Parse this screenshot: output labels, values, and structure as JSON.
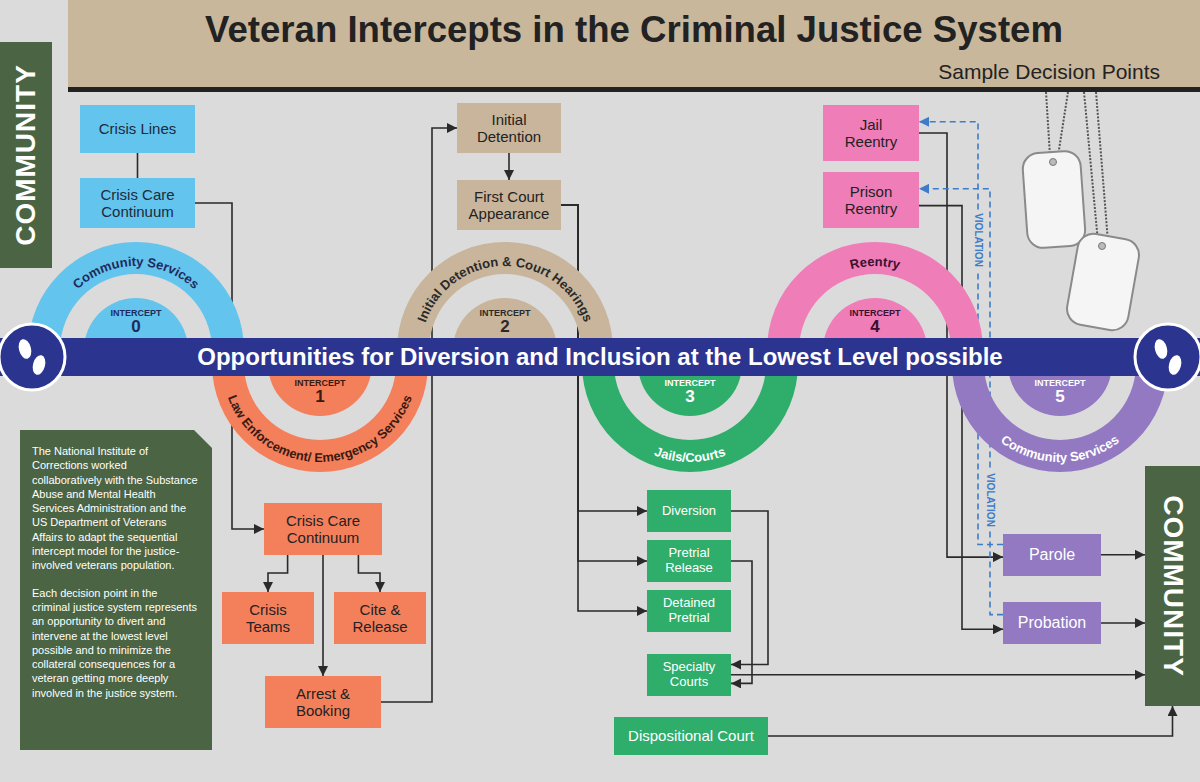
{
  "diagram": {
    "title": "Veteran Intercepts in the Criminal Justice System",
    "nodes": [
      {
        "text": [
          "COMMUNITY"
        ]
      },
      {
        "text": [
          "Crisis Lines"
        ]
      },
      {
        "text": [
          "Crisis Care Continuum"
        ]
      },
      {
        "text": [
          "Initial Detention"
        ]
      },
      {
        "text": [
          "First Court Appearance"
        ]
      },
      {
        "text": [
          "Jail Reentry"
        ]
      },
      {
        "text": [
          "Prison Reentry"
        ]
      },
      {
        "text": [
          "Community Services"
        ]
      },
      {
        "text": [
          "INTERCEPT",
          "0"
        ],
        "in": 7
      },
      {
        "text": [
          "Law Enforcement/ Emergency Services"
        ]
      },
      {
        "text": [
          "INTERCEPT",
          "1"
        ],
        "in": 9
      },
      {
        "text": [
          "Initial Detention & Court Hearings"
        ]
      },
      {
        "text": [
          "INTERCEPT",
          "2"
        ],
        "in": 11
      },
      {
        "text": [
          "Jails/Courts"
        ]
      },
      {
        "text": [
          "INTERCEPT",
          "3"
        ],
        "in": 13
      },
      {
        "text": [
          "Reentry"
        ]
      },
      {
        "text": [
          "INTERCEPT",
          "4"
        ],
        "in": 15
      },
      {
        "text": [
          "Community Services"
        ]
      },
      {
        "text": [
          "INTERCEPT",
          "5"
        ],
        "in": 17
      },
      {
        "text": [
          "Opportunities for Diversion and Inclusion at the Lowest Level possible"
        ]
      },
      {
        "text": [
          "The National Institute of Corrections worked collaboratively with the Substance Abuse and Mental Health Services Administration and the US Department of Veterans Affairs to adapt the sequential intercept model for the justice-involved veterans population.",
          "Each decision point in the criminal justice system represents an opportunity to divert and intervene at the lowest level possible and to minimize the collateral consequences for a veteran getting more deeply involved in the justice system."
        ]
      },
      {
        "text": [
          "Crisis Care Continuum"
        ]
      },
      {
        "text": [
          "Crisis Teams"
        ]
      },
      {
        "text": [
          "Cite & Release"
        ]
      },
      {
        "text": [
          "Arrest & Booking"
        ]
      },
      {
        "text": [
          "Diversion"
        ]
      },
      {
        "text": [
          "Pretrial Release"
        ]
      },
      {
        "text": [
          "Detained Pretrial"
        ]
      },
      {
        "text": [
          "Specialty Courts"
        ]
      },
      {
        "text": [
          "Dispositional Court"
        ]
      },
      {
        "text": [
          "Parole"
        ]
      },
      {
        "text": [
          "Probation"
        ]
      },
      {
        "text": [
          "COMMUNITY"
        ]
      }
    ],
    "edges": [
      {
        "from": 1,
        "to": 2,
        "arrow": "none"
      },
      {
        "from": 2,
        "to": 21,
        "arrow": "to"
      },
      {
        "from": 21,
        "to": 22,
        "arrow": "to"
      },
      {
        "from": 21,
        "to": 23,
        "arrow": "to"
      },
      {
        "from": 21,
        "to": 24,
        "arrow": "to"
      },
      {
        "from": 24,
        "to": 3,
        "arrow": "to"
      },
      {
        "from": 3,
        "to": 4,
        "arrow": "to"
      },
      {
        "from": 4,
        "to": 25,
        "arrow": "to"
      },
      {
        "from": 4,
        "to": 26,
        "arrow": "to"
      },
      {
        "from": 4,
        "to": 27,
        "arrow": "to"
      },
      {
        "from": 25,
        "to": 28,
        "arrow": "to"
      },
      {
        "from": 26,
        "to": 28,
        "arrow": "to"
      },
      {
        "from": 28,
        "to": 32,
        "arrow": "to"
      },
      {
        "from": 29,
        "to": 32,
        "arrow": "to"
      },
      {
        "from": 5,
        "to": 30,
        "arrow": "to"
      },
      {
        "from": 6,
        "to": 31,
        "arrow": "to"
      },
      {
        "from": 30,
        "to": 32,
        "arrow": "to"
      },
      {
        "from": 31,
        "to": 32,
        "arrow": "to"
      },
      {
        "from": 30,
        "to": 5,
        "label": "VIOLATION",
        "arrow": "to"
      },
      {
        "from": 31,
        "to": 6,
        "label": "VIOLATION",
        "arrow": "to"
      }
    ],
    "labels": [
      "Sample Decision Points"
    ]
  }
}
